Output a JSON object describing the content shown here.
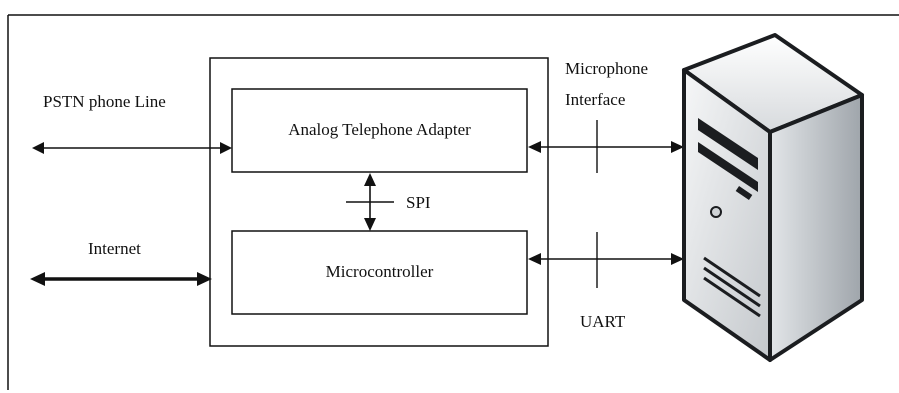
{
  "diagram": {
    "labels": {
      "pstn": "PSTN phone Line",
      "internet": "Internet",
      "microphone_line1": "Microphone",
      "microphone_line2": "Interface",
      "spi": "SPI",
      "uart": "UART"
    },
    "blocks": {
      "ata": "Analog Telephone Adapter",
      "mcu": "Microcontroller"
    },
    "icons": {
      "computer": "desktop-tower-icon"
    },
    "colors": {
      "line": "#111111",
      "background": "#ffffff",
      "tower_light": "#eef0f2",
      "tower_mid": "#c9ccd0",
      "tower_dark": "#1b1d20"
    }
  }
}
